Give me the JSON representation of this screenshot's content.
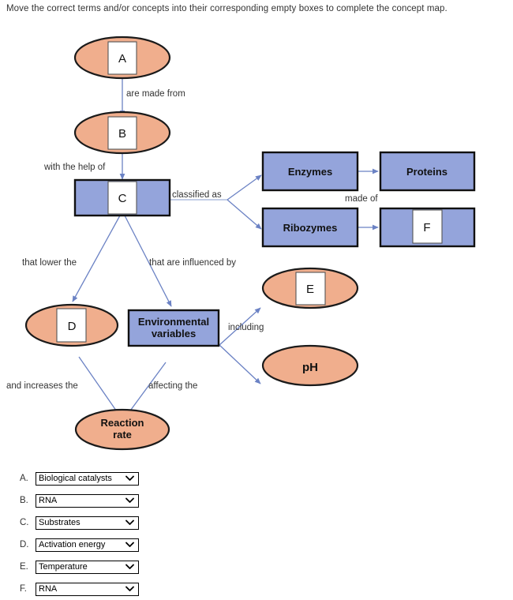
{
  "instruction": "Move the correct terms and/or concepts into their corresponding empty boxes to complete the concept map.",
  "colors": {
    "ellipse_fill": "#f0ae8d",
    "rect_fill": "#94a4db",
    "connector": "#6b82c4",
    "slot_fill": "#ffffff"
  },
  "map": {
    "nodes": [
      {
        "id": "A",
        "shape": "ellipse",
        "label": "A",
        "is_slot": true
      },
      {
        "id": "B",
        "shape": "ellipse",
        "label": "B",
        "is_slot": true
      },
      {
        "id": "C",
        "shape": "rect",
        "label": "C",
        "is_slot": true
      },
      {
        "id": "enzymes",
        "shape": "rect",
        "label": "Enzymes",
        "is_slot": false
      },
      {
        "id": "proteins",
        "shape": "rect",
        "label": "Proteins",
        "is_slot": false
      },
      {
        "id": "ribozymes",
        "shape": "rect",
        "label": "Ribozymes",
        "is_slot": false
      },
      {
        "id": "F",
        "shape": "rect",
        "label": "F",
        "is_slot": true
      },
      {
        "id": "D",
        "shape": "ellipse",
        "label": "D",
        "is_slot": true
      },
      {
        "id": "envvars",
        "shape": "rect",
        "label": "Environmental variables",
        "label_line1": "Environmental",
        "label_line2": "variables",
        "is_slot": false
      },
      {
        "id": "E",
        "shape": "ellipse",
        "label": "E",
        "is_slot": true
      },
      {
        "id": "ph",
        "shape": "ellipse",
        "label": "pH",
        "is_slot": false
      },
      {
        "id": "reactionrate",
        "shape": "ellipse",
        "label": "Reaction rate",
        "label_line1": "Reaction",
        "label_line2": "rate",
        "is_slot": false
      }
    ],
    "edge_labels": {
      "a_to_b": "are made from",
      "b_to_c": "with the help of",
      "c_to_branch": "classified as",
      "enzymes_to_proteins": "made of",
      "c_to_d": "that lower the",
      "c_to_env": "that are influenced by",
      "env_to_branch": "including",
      "d_to_rate": "and increases the",
      "env_to_rate": "affecting the"
    }
  },
  "answers": {
    "rows": [
      {
        "key": "A.",
        "value": "Biological catalysts"
      },
      {
        "key": "B.",
        "value": "RNA"
      },
      {
        "key": "C.",
        "value": "Substrates"
      },
      {
        "key": "D.",
        "value": "Activation energy"
      },
      {
        "key": "E.",
        "value": "Temperature"
      },
      {
        "key": "F.",
        "value": "RNA"
      }
    ],
    "dropdown_icon": "chevron-down-icon"
  }
}
